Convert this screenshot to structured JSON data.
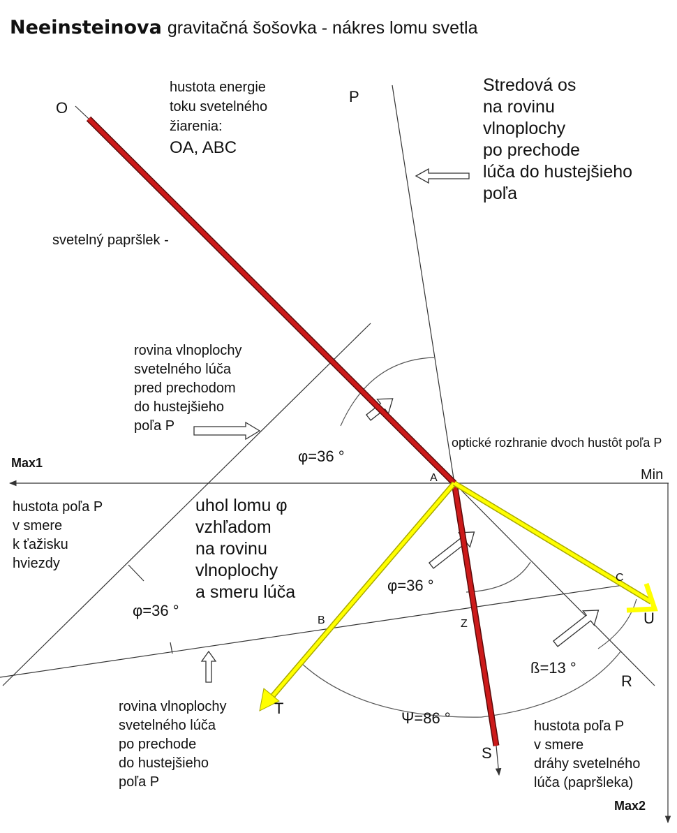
{
  "title": {
    "bold": "Neeinsteinova",
    "rest": "gravitačná šošovka - nákres lomu svetla"
  },
  "points": {
    "O": "O",
    "P": "P",
    "A": "A",
    "B": "B",
    "C": "C",
    "Z": "Z",
    "U": "U",
    "R": "R",
    "T": "T",
    "S": "S"
  },
  "axes": {
    "max1": "Max1",
    "max2": "Max2",
    "min": "Min"
  },
  "angles": {
    "phi_top": "φ=36 °",
    "phi_left": "φ=36 °",
    "phi_mid": "φ=36 °",
    "beta": "ß=13 °",
    "psi": "Ψ=86 °"
  },
  "labels": {
    "energy_density": [
      "hustota energie",
      "toku svetelného",
      "žiarenia:",
      "OA, ABC"
    ],
    "center_axis": [
      "Stredová os",
      "na rovinu",
      "vlnoplochy",
      "po prechode",
      "lúča do hustejšieho",
      "poľa"
    ],
    "ray": "svetelný papršlek -",
    "plane_before": [
      "rovina vlnoplochy",
      "svetelného lúča",
      "pred prechodom",
      "do hustejšieho",
      "poľa P"
    ],
    "optical_interface": "optické rozhranie dvoch hustôt poľa P",
    "density_to_star": [
      "hustota poľa P",
      "v smere",
      "k ťažisku",
      "hviezdy"
    ],
    "refraction_angle": [
      "uhol lomu φ",
      "vzhľadom",
      "na rovinu",
      "vlnoplochy",
      "a smeru lúča"
    ],
    "plane_after": [
      "rovina vlnoplochy",
      "svetelného lúča",
      "po prechode",
      "do hustejšieho",
      "poľa P"
    ],
    "density_along_ray": [
      "hustota poľa P",
      "v smere",
      "dráhy svetelného",
      "lúča (papršleka)"
    ]
  },
  "colors": {
    "ray_red": "#cc1a1a",
    "ray_red_edge": "#5a0a0a",
    "ray_yellow": "#ffff00",
    "ray_yellow_edge": "#a8a800",
    "line": "#333333"
  }
}
